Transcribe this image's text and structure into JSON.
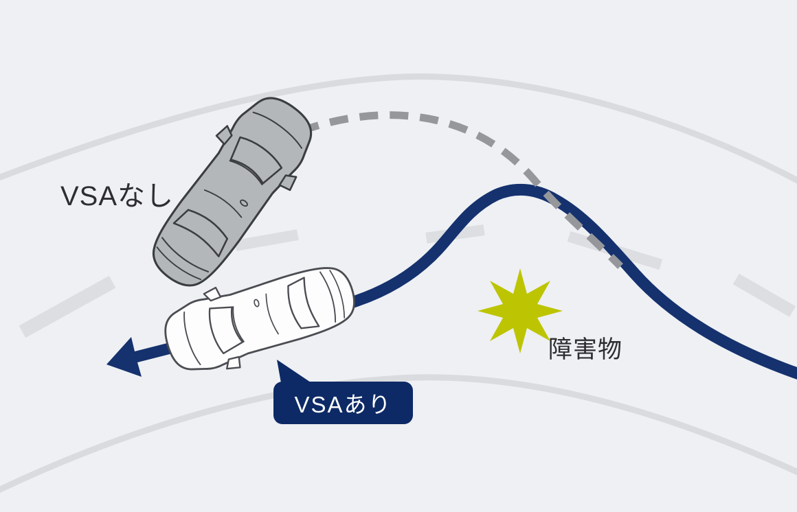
{
  "diagram": {
    "labels": {
      "without_vsa": "VSAなし",
      "with_vsa": "VSAあり",
      "obstacle": "障害物"
    },
    "colors": {
      "background": "#eef0f3",
      "road_edge": "#d9dbde",
      "lane_dash": "#dcdee2",
      "path_navy": "#15316e",
      "badge_navy": "#0d2a66",
      "trajectory_gray": "#95979b",
      "star_yellow": "#bdc402",
      "car_gray_fill": "#b4b7b9",
      "car_gray_outline": "#3b3d41",
      "car_white_fill": "#fdfdfe",
      "car_white_outline": "#4b4d52",
      "label_text": "#2e2e30",
      "badge_text": "#ffffff"
    }
  }
}
